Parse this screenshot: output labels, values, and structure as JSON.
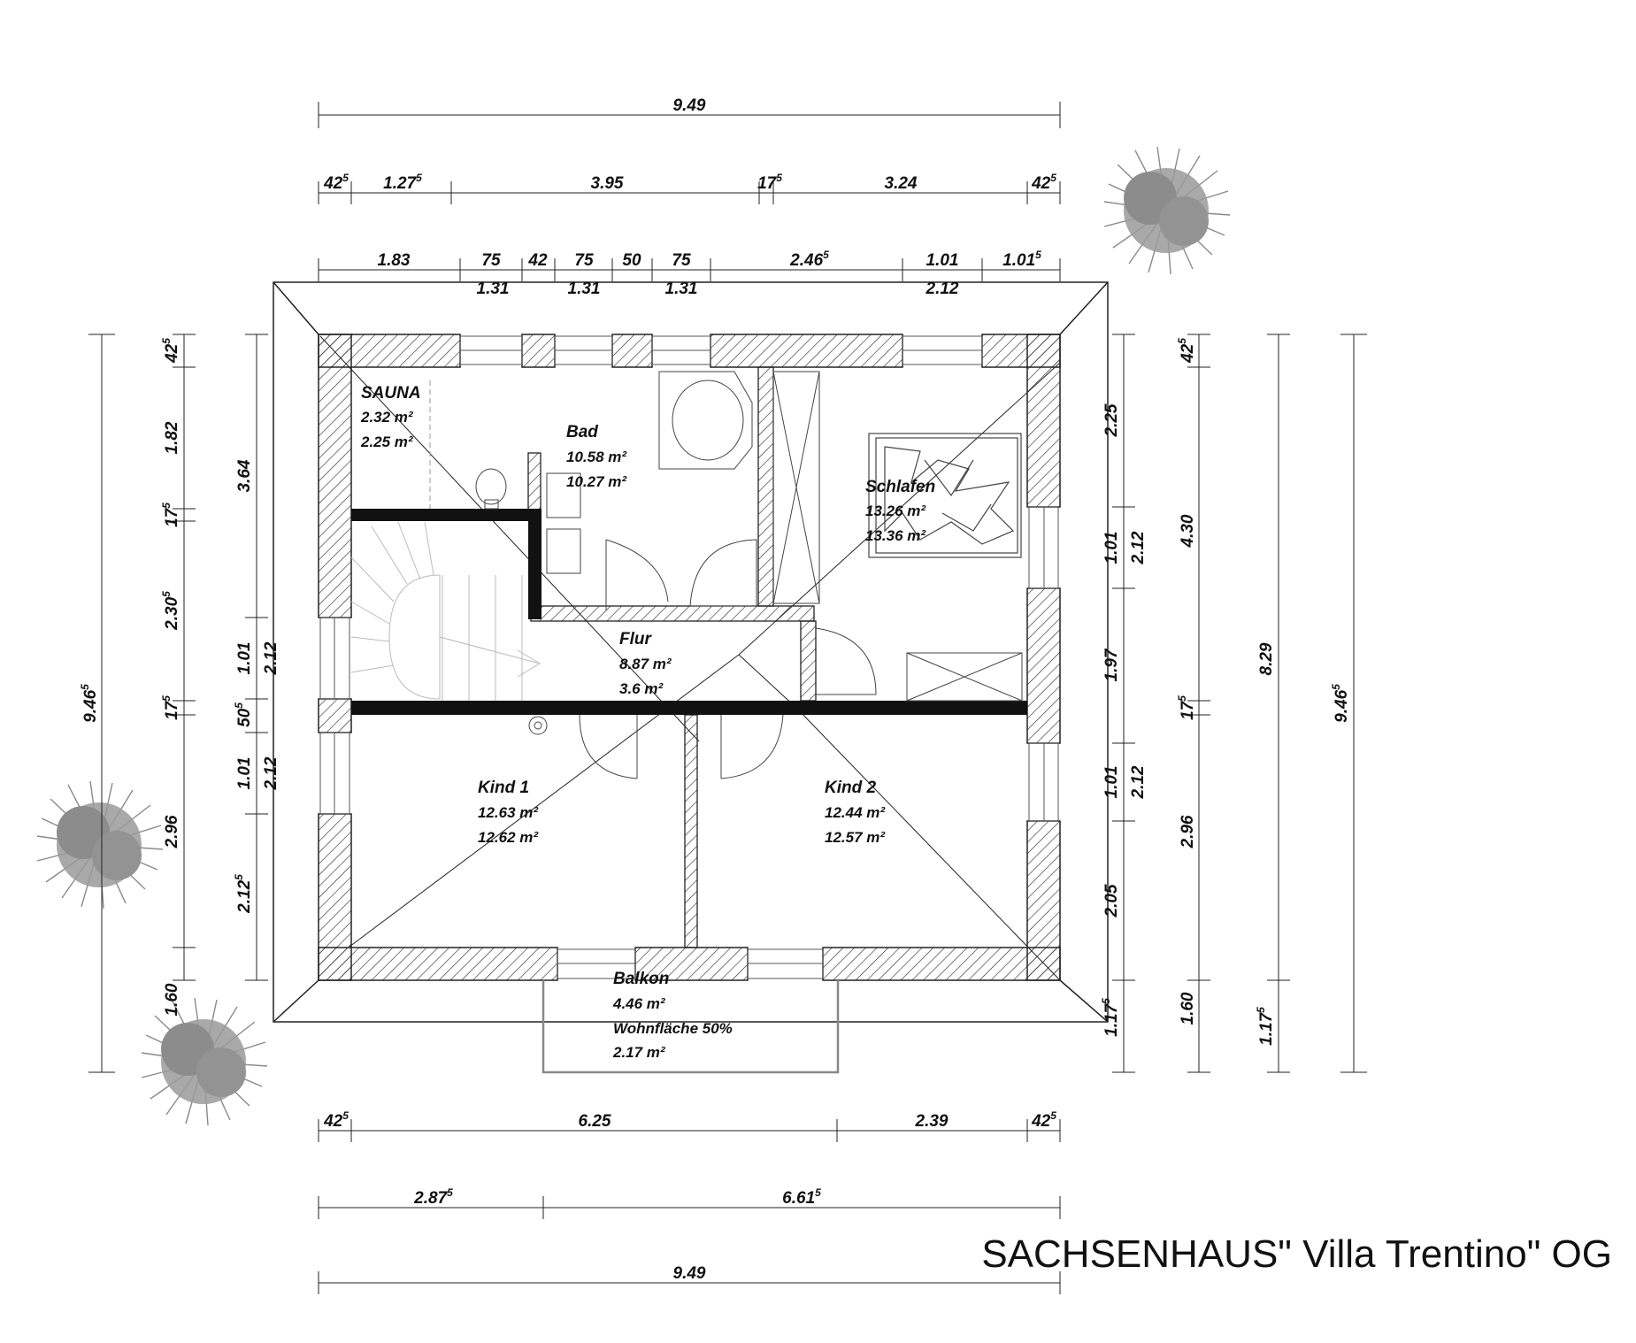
{
  "title": "SACHSENHAUS\" Villa Trentino\" OG",
  "rooms": {
    "sauna": {
      "name": "SAUNA",
      "area1": "2.32 m²",
      "area2": "2.25 m²"
    },
    "bad": {
      "name": "Bad",
      "area1": "10.58 m²",
      "area2": "10.27 m²"
    },
    "schlafen": {
      "name": "Schlafen",
      "area1": "13.26 m²",
      "area2": "13.36 m²"
    },
    "flur": {
      "name": "Flur",
      "area1": "8.87 m²",
      "area2": "3.6 m²"
    },
    "kind1": {
      "name": "Kind 1",
      "area1": "12.63 m²",
      "area2": "12.62 m²"
    },
    "kind2": {
      "name": "Kind 2",
      "area1": "12.44 m²",
      "area2": "12.57 m²"
    },
    "balkon": {
      "name": "Balkon",
      "area1": "4.46 m²",
      "note": "Wohnfläche 50%",
      "area2": "2.17 m²"
    }
  },
  "dims": {
    "top_total": "9.49",
    "top_row2": [
      "42",
      "1.27",
      "3.95",
      "17",
      "3.24",
      "42"
    ],
    "top_row3": [
      "1.83",
      "75",
      "42",
      "75",
      "50",
      "75",
      "2.46",
      "1.01",
      "1.01"
    ],
    "top_row3b": [
      "1.31",
      "1.31",
      "1.31",
      "2.12"
    ],
    "bottom_row1": [
      "42",
      "6.25",
      "2.39",
      "42"
    ],
    "bottom_row2": [
      "2.87",
      "6.61"
    ],
    "bottom_total": "9.49",
    "left_outer": "9.46",
    "left_row2": [
      "42",
      "1.82",
      "17",
      "2.30",
      "17",
      "2.96",
      "2.12",
      "1.60"
    ],
    "left_row3": [
      "3.64",
      "1.01",
      "50",
      "1.01"
    ],
    "left_row4": [
      "2.12",
      "2.12"
    ],
    "right_row1": [
      "2.25",
      "1.01",
      "1.97",
      "1.01",
      "2.05",
      "1.17"
    ],
    "right_row2": [
      "2.12",
      "2.12"
    ],
    "right_row3": [
      "42",
      "4.30",
      "17",
      "2.96",
      "1.60"
    ],
    "right_row4": [
      "8.29",
      "1.17"
    ],
    "right_outer": "9.46",
    "sup5": "5"
  }
}
